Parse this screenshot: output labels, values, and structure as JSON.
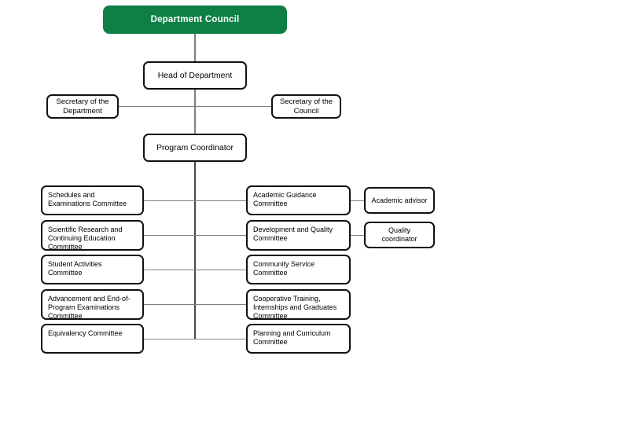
{
  "diagram": {
    "title": "Department Organizational Chart",
    "accent_color": "#0e8046",
    "box_border_color": "#111111",
    "connector_color": "#808080"
  },
  "root": {
    "label": "Department Council"
  },
  "executive": [
    {
      "label": "Head of Department"
    },
    {
      "label": "Program Coordinator"
    }
  ],
  "secretaries": [
    {
      "label": "Secretary of the Department"
    },
    {
      "label": "Secretary of the Council"
    }
  ],
  "left_committees": [
    {
      "label": "Schedules and Examinations Committee"
    },
    {
      "label": "Scientific Research and Continuing Education Committee"
    },
    {
      "label": "Student Activities Committee"
    },
    {
      "label": "Advancement and End-of-Program Examinations Committee"
    },
    {
      "label": "Equivalency Committee"
    }
  ],
  "middle_committees": [
    {
      "label": "Academic Guidance Committee"
    },
    {
      "label": "Development and Quality Committee"
    },
    {
      "label": "Community Service Committee"
    },
    {
      "label": "Cooperative Training, Internships and Graduates Committee"
    },
    {
      "label": "Planning and Curriculum Committee"
    }
  ],
  "right_roles": [
    {
      "label": "Academic advisor"
    },
    {
      "label": "Quality coordinator"
    }
  ]
}
